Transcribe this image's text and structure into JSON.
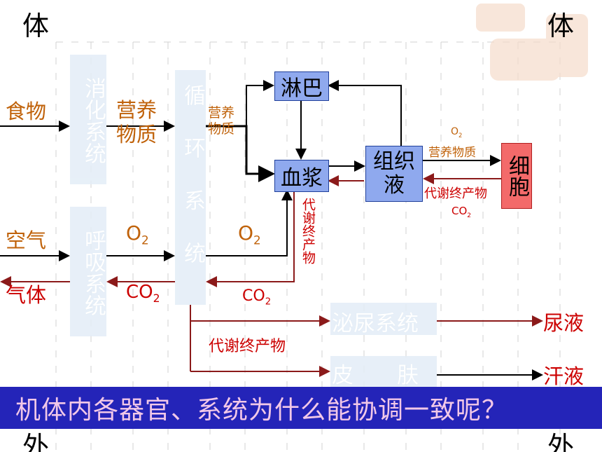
{
  "corners": {
    "top_left": "体",
    "top_right": "体",
    "bottom_left": "外",
    "bottom_right": "外"
  },
  "systems": {
    "digestive": "消化系统",
    "respiratory": "呼吸系统",
    "circulatory": "循环系统",
    "urinary": "泌尿系统",
    "skin": "皮　　肤"
  },
  "nodes": {
    "lymph": "淋巴",
    "plasma": "血浆",
    "tissue_fluid": "组织液",
    "cell": "细胞"
  },
  "labels": {
    "food": "食物",
    "nutrients": "营养物质",
    "nutrients_small": "营养物质",
    "air": "空气",
    "o2": "O",
    "o2_sub": "2",
    "co2": "CO",
    "co2_sub": "2",
    "gas_out": "气体",
    "metabolic_waste": "代谢终产物",
    "metabolic_waste_vertical": "代谢终产物",
    "urine": "尿液",
    "sweat": "汗液"
  },
  "banner": {
    "text": "机体内各器官、系统为什么能协调一致呢？"
  },
  "colors": {
    "node_fill": "#8fa9ee",
    "cell_fill": "#f36a6a",
    "banner": "#2424b8",
    "banner_text": "#f2c8e8",
    "orange": "#c0620a",
    "red": "#cc0000",
    "dark_red": "#8b1a1a"
  }
}
